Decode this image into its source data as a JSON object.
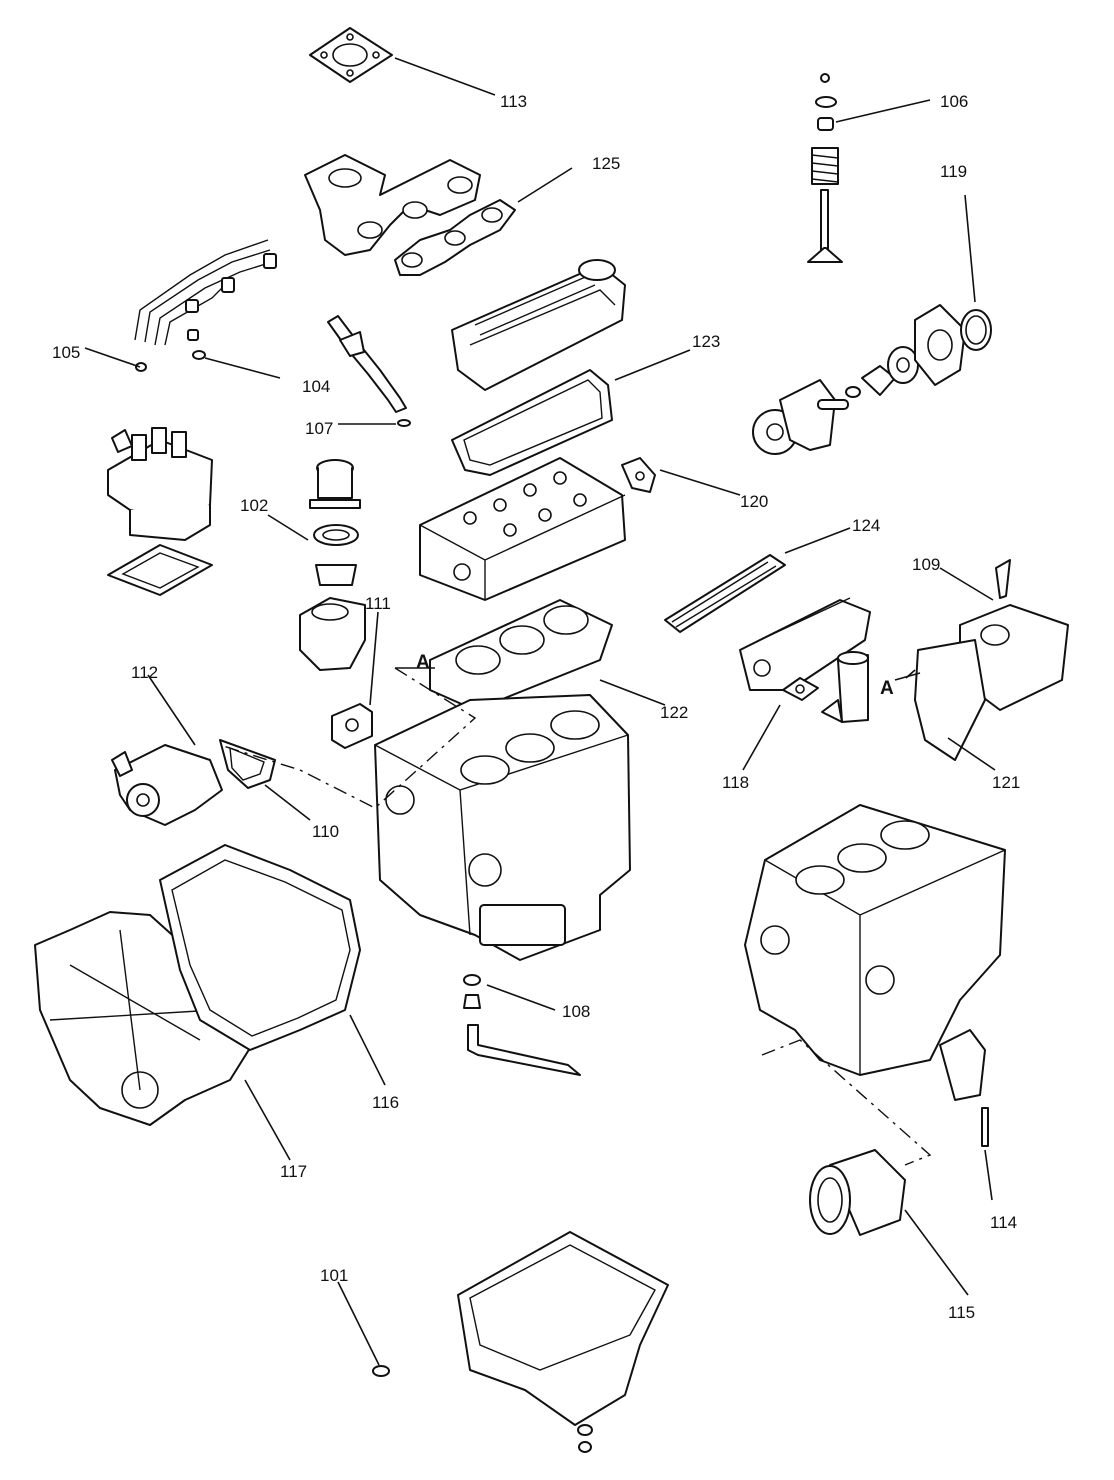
{
  "callouts": {
    "c101": "101",
    "c102": "102",
    "c104": "104",
    "c105": "105",
    "c106": "106",
    "c107": "107",
    "c108": "108",
    "c109": "109",
    "c110": "110",
    "c111": "111",
    "c112": "112",
    "c113": "113",
    "c114": "114",
    "c115": "115",
    "c116": "116",
    "c117": "117",
    "c118": "118",
    "c119": "119",
    "c120": "120",
    "c121": "121",
    "c122": "122",
    "c123": "123",
    "c124": "124",
    "c125": "125"
  },
  "markers": {
    "left_a": "A",
    "right_a": "A"
  },
  "colors": {
    "line": "#111111",
    "background": "#ffffff"
  }
}
